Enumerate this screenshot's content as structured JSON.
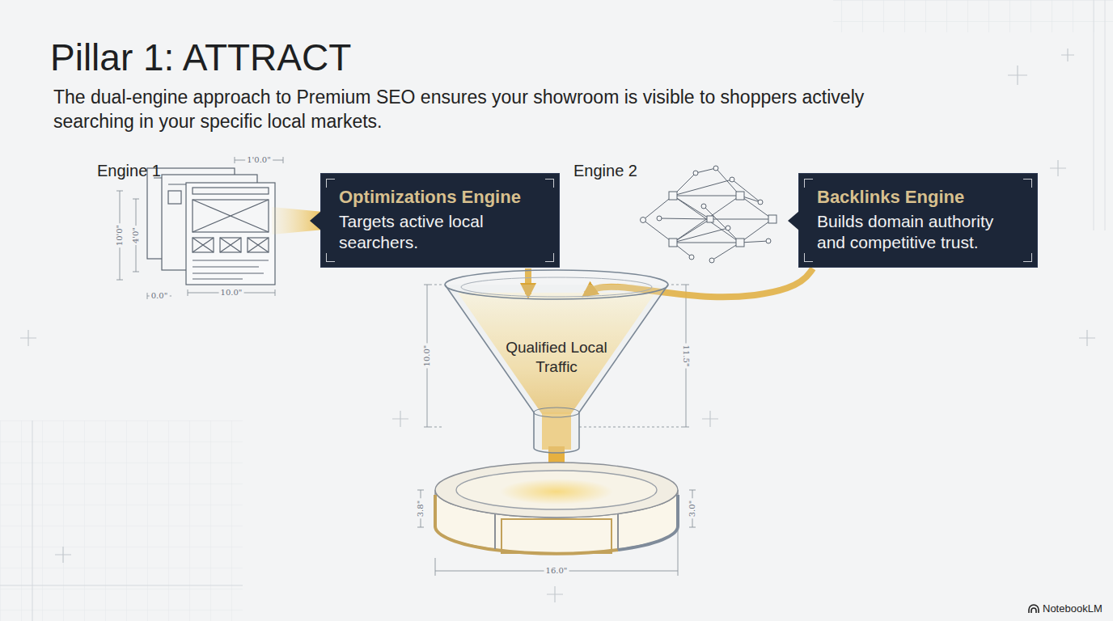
{
  "diagram": {
    "title": "Pillar 1: ATTRACT",
    "nodes": [
      {
        "text": [
          "Optimizations Engine",
          "Targets active local searchers."
        ]
      },
      {
        "text": [
          "Backlinks Engine",
          "Builds domain authority and competitive trust."
        ]
      },
      {
        "text": [
          "Qualified Local Traffic"
        ]
      }
    ],
    "edges": [
      {
        "from": 0,
        "to": 2,
        "arrow": "to"
      },
      {
        "from": 1,
        "to": 2,
        "arrow": "to"
      }
    ],
    "labels": [
      "The dual-engine approach to Premium SEO ensures your showroom is visible to shoppers actively searching in your specific local markets.",
      "Engine 1",
      "Engine 2",
      "1'0.0\"",
      "10'0\"",
      "4'0\"",
      "10.0\"",
      "0.0\"",
      "10.0\"",
      "11.5\"",
      "3.8\"",
      "3.0\"",
      "16.0\"",
      "NotebookLM"
    ]
  }
}
